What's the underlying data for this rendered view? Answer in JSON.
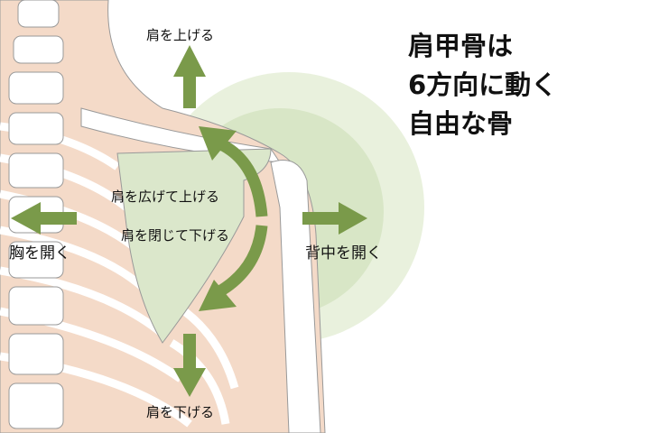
{
  "title_lines": [
    "肩甲骨は",
    "6方向に動く",
    "自由な骨"
  ],
  "labels": {
    "up": "肩を上げる",
    "down": "肩を下げる",
    "chest_open": "胸を開く",
    "back_open": "背中を開く",
    "raise_wide": "肩を広げて上げる",
    "lower_close": "肩を閉じて下げる"
  },
  "colors": {
    "arrow": "#7a9a4a",
    "scapula": "#dbe7cb",
    "skin": "#f4dac8",
    "halo_outer": "#e9f1dd",
    "halo_inner": "#d8e6c6",
    "bone": "#ffffff",
    "outline": "#8a8a8a"
  }
}
